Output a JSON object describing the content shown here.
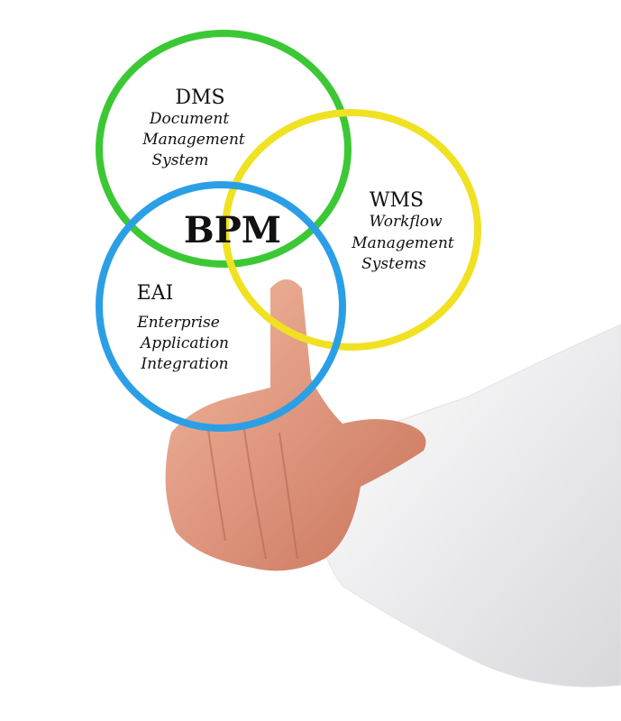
{
  "center": {
    "label": "BPM"
  },
  "circles": [
    {
      "abbr": "DMS",
      "lines": [
        "Document",
        "Management",
        "System"
      ],
      "color": "#3cc835"
    },
    {
      "abbr": "WMS",
      "lines": [
        "Workflow",
        "Management",
        "Systems"
      ],
      "color": "#f0e122"
    },
    {
      "abbr": "EAI",
      "lines": [
        "Enterprise",
        "Application",
        "Integration"
      ],
      "color": "#2b9fe6"
    }
  ]
}
